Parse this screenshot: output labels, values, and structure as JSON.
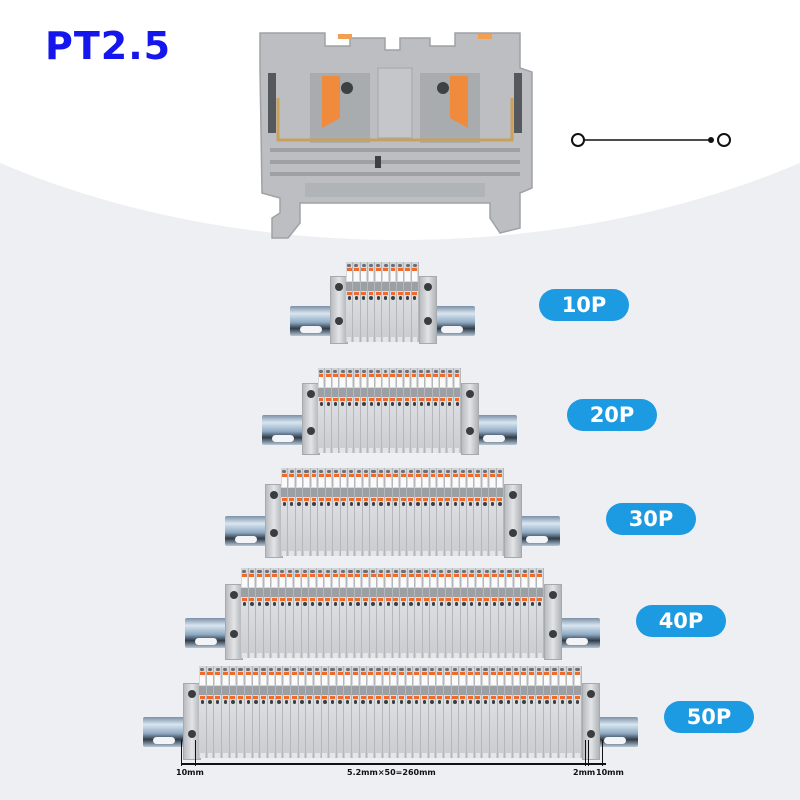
{
  "header": {
    "title": "PT2.5"
  },
  "colors": {
    "title_blue": "#1515ee",
    "badge_blue": "#1c9ae2",
    "terminal_gray": "#c9cbce",
    "push_button_orange": "#f26a2a",
    "background_top": "#ffffff",
    "background_bottom": "#eeeff3"
  },
  "product_image": {
    "name": "pt2.5-terminal-cutaway",
    "schematic": "terminal-circuit-symbol"
  },
  "variants": [
    {
      "label": "10P",
      "poles": 10
    },
    {
      "label": "20P",
      "poles": 20
    },
    {
      "label": "30P",
      "poles": 30
    },
    {
      "label": "40P",
      "poles": 40
    },
    {
      "label": "50P",
      "poles": 50
    }
  ],
  "dimensions": {
    "left_end": "10mm",
    "body": "5.2mm×50=260mm",
    "right_gap": "2mm",
    "right_end": "10mm"
  }
}
